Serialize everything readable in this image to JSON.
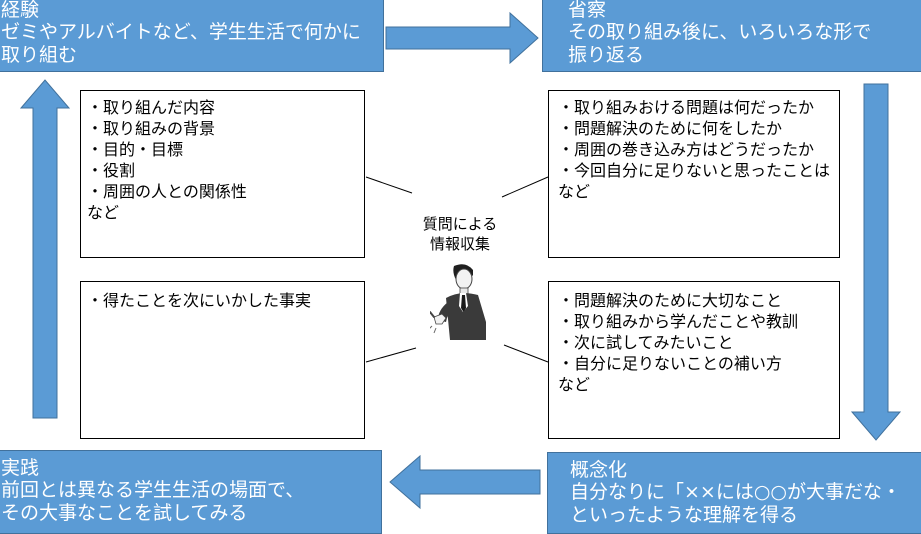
{
  "colors": {
    "box_fill": "#5b9bd5",
    "box_border": "#41719c",
    "arrow": "#5b9bd5",
    "text_on_blue": "#ffffff"
  },
  "experience": {
    "title": "経験",
    "lines": [
      "ゼミやアルバイトなど、学生生活で何かに",
      "取り組む"
    ]
  },
  "reflection": {
    "title": "省察",
    "lines": [
      "その取り組み後に、いろいろな形で",
      "振り返る"
    ]
  },
  "conceptualization": {
    "title": "概念化",
    "lines": [
      "自分なりに「××には○○が大事だな・",
      "といったような理解を得る"
    ]
  },
  "practice": {
    "title": "実践",
    "lines": [
      "前回とは異なる学生生活の場面で、",
      "その大事なことを試してみる"
    ]
  },
  "questions_top_left": [
    "・取り組んだ内容",
    "・取り組みの背景",
    "・目的・目標",
    "・役割",
    "・周囲の人との関係性",
    "など"
  ],
  "questions_top_right": [
    "・取り組みおける問題は何だったか",
    "・問題解決のために何をしたか",
    "・周囲の巻き込み方はどうだったか",
    "・今回自分に足りないと思ったことは",
    "など"
  ],
  "questions_bottom_left": [
    "・得たことを次にいかした事実"
  ],
  "questions_bottom_right": [
    "・問題解決のために大切なこと",
    "・取り組みから学んだことや教訓",
    "・次に試してみたいこと",
    "・自分に足りないことの補い方",
    "など"
  ],
  "center": {
    "line1": "質問による",
    "line2": "情報収集"
  },
  "icons": {
    "center_figure": "person-pointing-icon"
  }
}
